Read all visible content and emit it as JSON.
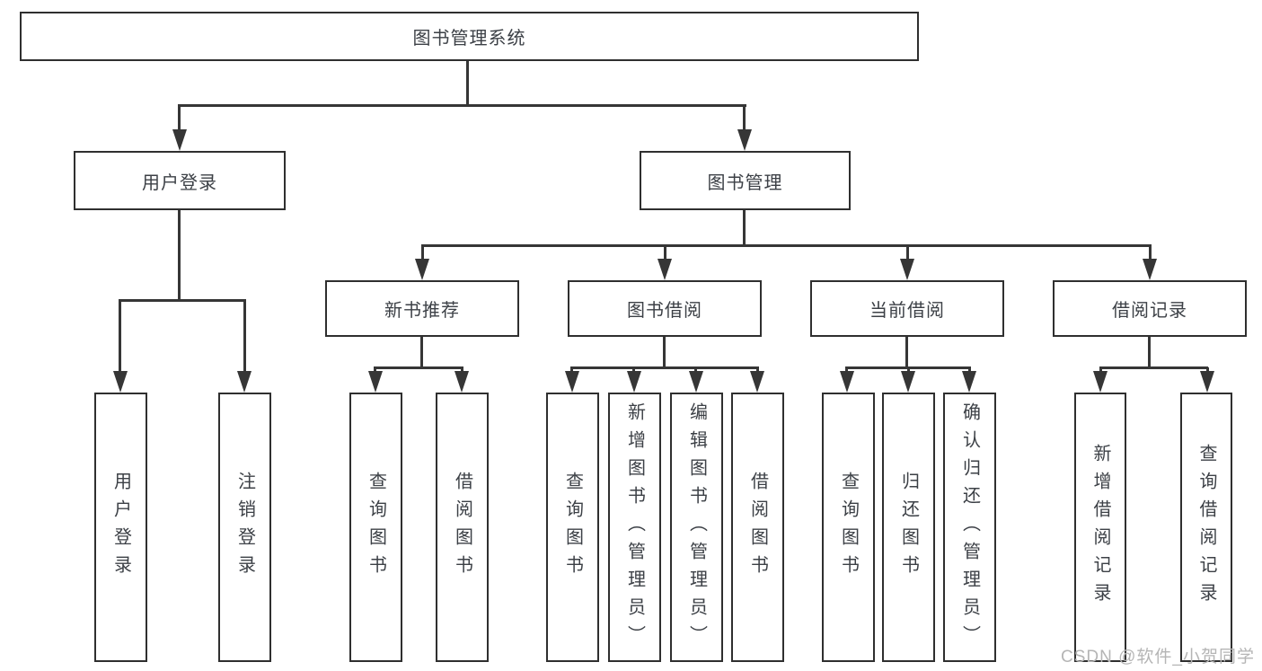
{
  "diagram": {
    "type": "tree",
    "colors": {
      "line": "#363636",
      "box_border": "#2f2f2f",
      "text": "#3c4046",
      "watermark": "#b5b5b5",
      "background": "#ffffff"
    },
    "tree": {
      "root": "图书管理系统",
      "branches": [
        {
          "label": "用户登录",
          "children": [
            "用户登录",
            "注销登录"
          ]
        },
        {
          "label": "图书管理",
          "modules": [
            {
              "label": "新书推荐",
              "children": [
                "查询图书",
                "借阅图书"
              ]
            },
            {
              "label": "图书借阅",
              "children": [
                "查询图书",
                "新增图书（管理员）",
                "编辑图书（管理员）",
                "借阅图书"
              ]
            },
            {
              "label": "当前借阅",
              "children": [
                "查询图书",
                "归还图书",
                "确认归还（管理员）"
              ]
            },
            {
              "label": "借阅记录",
              "children": [
                "新增借阅记录",
                "查询借阅记录"
              ]
            }
          ]
        }
      ]
    },
    "watermark": "CSDN @软件_小贺同学"
  }
}
